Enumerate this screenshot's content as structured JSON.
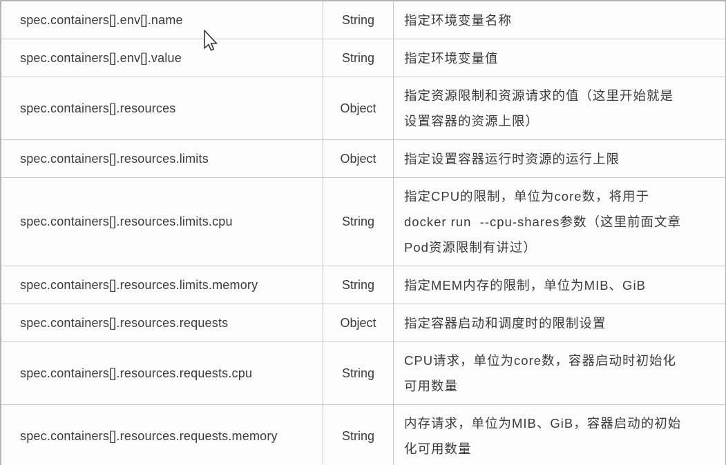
{
  "colors": {
    "border_inner": "#c7c7c7",
    "border_outer": "#b3b3b3",
    "text": "#3b3b3b",
    "row_background": "#fcfcfc"
  },
  "table": {
    "rows": [
      {
        "field": "spec.containers[].env[].name",
        "type": "String",
        "description": "指定环境变量名称"
      },
      {
        "field": "spec.containers[].env[].value",
        "type": "String",
        "description": "指定环境变量值"
      },
      {
        "field": "spec.containers[].resources",
        "type": "Object",
        "description": "指定资源限制和资源请求的值（这里开始就是\n设置容器的资源上限）"
      },
      {
        "field": "spec.containers[].resources.limits",
        "type": "Object",
        "description": "指定设置容器运行时资源的运行上限"
      },
      {
        "field": "spec.containers[].resources.limits.cpu",
        "type": "String",
        "description": "指定CPU的限制，单位为core数，将用于\ndocker run  --cpu-shares参数（这里前面文章\nPod资源限制有讲过）"
      },
      {
        "field": "spec.containers[].resources.limits.memory",
        "type": "String",
        "description": "指定MEM内存的限制，单位为MIB、GiB"
      },
      {
        "field": "spec.containers[].resources.requests",
        "type": "Object",
        "description": "指定容器启动和调度时的限制设置"
      },
      {
        "field": "spec.containers[].resources.requests.cpu",
        "type": "String",
        "description": "CPU请求，单位为core数，容器启动时初始化\n可用数量"
      },
      {
        "field": "spec.containers[].resources.requests.memory",
        "type": "String",
        "description": "内存请求，单位为MIB、GiB，容器启动的初始\n化可用数量"
      }
    ]
  }
}
